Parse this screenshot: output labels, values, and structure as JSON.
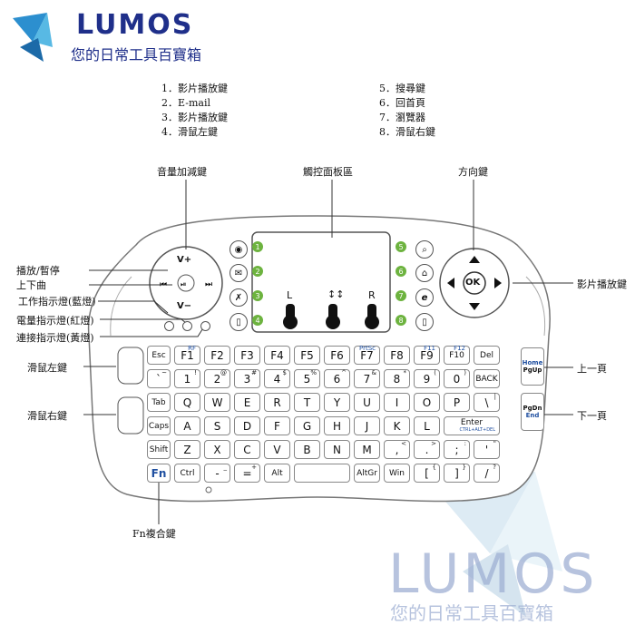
{
  "brand": {
    "name": "LUMOS",
    "tagline": "您的日常工具百寶箱"
  },
  "watermark": {
    "name": "LUMOS",
    "tagline": "您的日常工具百寶箱"
  },
  "legend": {
    "left": [
      {
        "num": "1",
        "label": "影片播放鍵"
      },
      {
        "num": "2",
        "label": "E-mail"
      },
      {
        "num": "3",
        "label": "影片播放鍵"
      },
      {
        "num": "4",
        "label": "滑鼠左鍵"
      }
    ],
    "right": [
      {
        "num": "5",
        "label": "搜尋鍵"
      },
      {
        "num": "6",
        "label": "回首頁"
      },
      {
        "num": "7",
        "label": "瀏覽器"
      },
      {
        "num": "8",
        "label": "滑鼠右鍵"
      }
    ]
  },
  "callouts": {
    "volume": "音量加減鍵",
    "touchpad": "觸控面板區",
    "direction": "方向鍵",
    "play_pause": "播放/暫停",
    "prev_next": "上下曲",
    "work_led": "工作指示燈(藍燈)",
    "power_led": "電量指示燈(紅燈)",
    "connect_led": "連接指示燈(黃燈)",
    "mouse_left": "滑鼠左鍵",
    "mouse_right": "滑鼠右鍵",
    "video_play": "影片播放鍵",
    "page_up": "上一頁",
    "page_down": "下一頁",
    "fn_combo": "Fn複合鍵"
  },
  "touchpad_labels": {
    "left": "L",
    "right": "R"
  },
  "media_pad": {
    "vol_up": "V+",
    "vol_down": "V−",
    "ok": "OK"
  },
  "keyboard": {
    "row1": [
      {
        "main": "Esc"
      },
      {
        "main": "F1",
        "fn": "RF"
      },
      {
        "main": "F2"
      },
      {
        "main": "F3"
      },
      {
        "main": "F4"
      },
      {
        "main": "F5"
      },
      {
        "main": "F6"
      },
      {
        "main": "F7",
        "fn": "PrtSc"
      },
      {
        "main": "F8"
      },
      {
        "main": "F9",
        "fn": "F11"
      },
      {
        "main": "F10",
        "fn": "F12"
      },
      {
        "main": "Del"
      }
    ],
    "row2": [
      {
        "main": "`",
        "sub": "~"
      },
      {
        "main": "1",
        "sub": "!"
      },
      {
        "main": "2",
        "sub": "@"
      },
      {
        "main": "3",
        "sub": "#"
      },
      {
        "main": "4",
        "sub": "$"
      },
      {
        "main": "5",
        "sub": "%"
      },
      {
        "main": "6",
        "sub": "^"
      },
      {
        "main": "7",
        "sub": "&"
      },
      {
        "main": "8",
        "sub": "*"
      },
      {
        "main": "9",
        "sub": "("
      },
      {
        "main": "0",
        "sub": ")"
      },
      {
        "main": "BACK"
      }
    ],
    "row3": [
      {
        "main": "Tab"
      },
      {
        "main": "Q"
      },
      {
        "main": "W"
      },
      {
        "main": "E"
      },
      {
        "main": "R"
      },
      {
        "main": "T"
      },
      {
        "main": "Y"
      },
      {
        "main": "U"
      },
      {
        "main": "I"
      },
      {
        "main": "O"
      },
      {
        "main": "P"
      },
      {
        "main": "\\",
        "sub": "|"
      }
    ],
    "row4": [
      {
        "main": "Caps"
      },
      {
        "main": "A"
      },
      {
        "main": "S"
      },
      {
        "main": "D"
      },
      {
        "main": "F"
      },
      {
        "main": "G"
      },
      {
        "main": "H"
      },
      {
        "main": "J"
      },
      {
        "main": "K"
      },
      {
        "main": "L"
      },
      {
        "main": "Enter",
        "sub": "CTRL+ALT+DEL"
      }
    ],
    "row5": [
      {
        "main": "Shift"
      },
      {
        "main": "Z"
      },
      {
        "main": "X"
      },
      {
        "main": "C"
      },
      {
        "main": "V"
      },
      {
        "main": "B"
      },
      {
        "main": "N"
      },
      {
        "main": "M"
      },
      {
        "main": ",",
        "sub": "<"
      },
      {
        "main": ".",
        "sub": ">"
      },
      {
        "main": ";",
        "sub": ":"
      },
      {
        "main": "'",
        "sub": "\""
      }
    ],
    "row6": [
      {
        "main": "Fn"
      },
      {
        "main": "Ctrl"
      },
      {
        "main": "-",
        "sub": "_"
      },
      {
        "main": "=",
        "sub": "+"
      },
      {
        "main": "Alt"
      },
      {
        "main": ""
      },
      {
        "main": "AltGr"
      },
      {
        "main": "Win"
      },
      {
        "main": "[",
        "sub": "{"
      },
      {
        "main": "]",
        "sub": "}"
      },
      {
        "main": "/",
        "sub": "?"
      }
    ],
    "side_keys": {
      "home": "Home",
      "pgup": "PgUp",
      "pgdn": "PgDn",
      "end": "End"
    }
  }
}
